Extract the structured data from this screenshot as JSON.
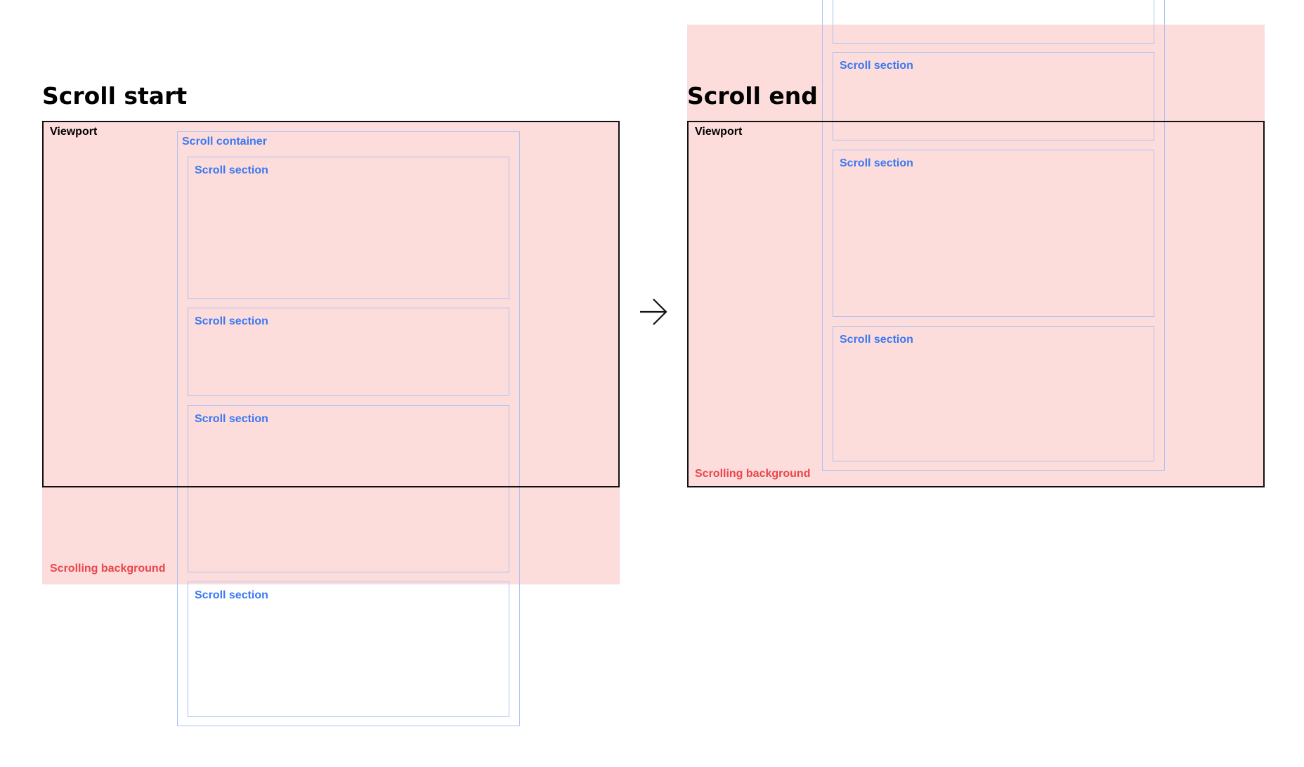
{
  "colors": {
    "background_fill": "#fddcdc",
    "background_label": "#e8464a",
    "viewport_border": "#111111",
    "container_border": "#a9c2f5",
    "section_label": "#3a78f2"
  },
  "left_panel": {
    "title": "Scroll start",
    "viewport_label": "Viewport",
    "container_label": "Scroll container",
    "background_label": "Scrolling background",
    "sections": [
      {
        "label": "Scroll section"
      },
      {
        "label": "Scroll section"
      },
      {
        "label": "Scroll section"
      },
      {
        "label": "Scroll section"
      }
    ]
  },
  "right_panel": {
    "title": "Scroll end",
    "viewport_label": "Viewport",
    "background_label": "Scrolling background",
    "sections": [
      {
        "label": "Scroll section"
      },
      {
        "label": "Scroll section"
      },
      {
        "label": "Scroll section"
      }
    ]
  },
  "connector": {
    "icon": "arrow-right-icon"
  }
}
